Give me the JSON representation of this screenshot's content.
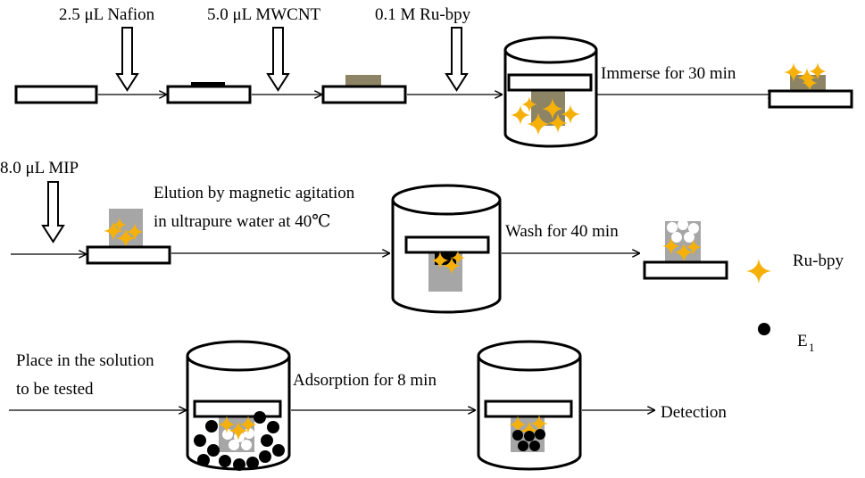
{
  "labels": {
    "nafion": "2.5 μL Nafion",
    "mwcnt": "5.0 μL MWCNT",
    "rubpy_reagent": "0.1 M Ru-bpy",
    "immerse": "Immerse for 30 min",
    "mip": "8.0 μL MIP",
    "elution_line1": "Elution by magnetic agitation",
    "elution_line2": "in ultrapure water at 40℃",
    "wash": "Wash for 40 min",
    "place_line1": "Place in the solution",
    "place_line2": "to be tested",
    "adsorption": "Adsorption for 8 min",
    "detection": "Detection"
  },
  "legend": {
    "rubpy": "Ru-bpy",
    "e1_main": "E",
    "e1_sub": "1"
  },
  "colors": {
    "ink": "#000000",
    "mwcnt_layer": "#8c8465",
    "mip_layer": "#a6a6a6",
    "ru_star": "#f5b10a",
    "e1_particle": "#000000",
    "template_cavity": "#ffffff"
  }
}
